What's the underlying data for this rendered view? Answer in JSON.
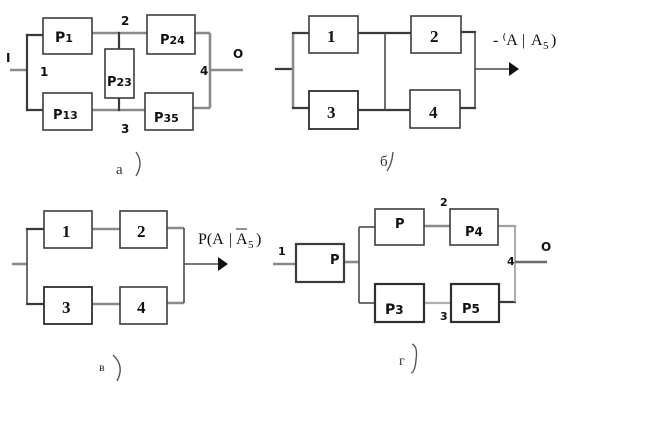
{
  "diagrams": {
    "a": {
      "caption": "а",
      "input_label": "I",
      "output_label": "O",
      "node_labels": {
        "n1": "1",
        "n2": "2",
        "n3": "3",
        "n4": "4"
      },
      "blocks": {
        "p1": {
          "main": "P",
          "sub": "1"
        },
        "p24": {
          "main": "P",
          "sub": "24"
        },
        "p23": {
          "main": "P",
          "sub": "23"
        },
        "p13": {
          "main": "P",
          "sub": "13"
        },
        "p35": {
          "main": "P",
          "sub": "35"
        }
      }
    },
    "b": {
      "caption": "б",
      "blocks": {
        "b1": "1",
        "b2": "2",
        "b3": "3",
        "b4": "4"
      },
      "output_formula": {
        "prefix": "- ⁽A",
        "bar": "|",
        "event": "A",
        "sub": "5",
        "close": ")"
      }
    },
    "v": {
      "caption": "в",
      "blocks": {
        "b1": "1",
        "b2": "2",
        "b3": "3",
        "b4": "4"
      },
      "output_formula": {
        "prefix": "P(A",
        "bar": "|",
        "event": "A",
        "sub": "5",
        "close": ")"
      }
    },
    "g": {
      "caption": "г",
      "input_node": "1",
      "output_label": "O",
      "node_labels": {
        "n2": "2",
        "n3": "3",
        "n4": "4"
      },
      "blocks": {
        "p_in": {
          "main": "P"
        },
        "p_top": {
          "main": "P"
        },
        "p4": {
          "main": "P",
          "sub": "4"
        },
        "p3": {
          "main": "P",
          "sub": "3"
        },
        "p5": {
          "main": "P",
          "sub": "5"
        }
      }
    }
  }
}
